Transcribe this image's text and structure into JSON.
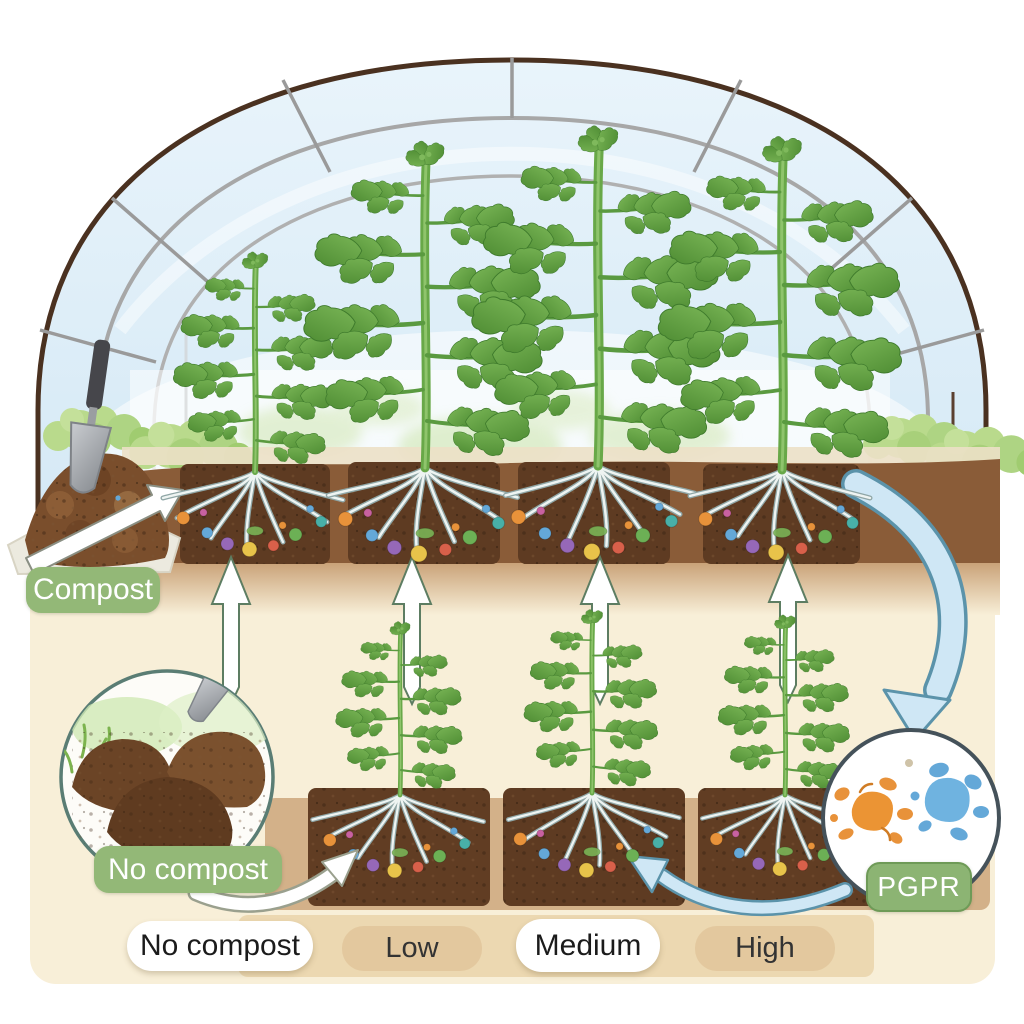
{
  "labels": {
    "compost": "Compost",
    "no_compost_circle": "No compost",
    "pgpr": "PGPR"
  },
  "treatments": [
    {
      "label": "No compost",
      "variant": "white"
    },
    {
      "label": "Low",
      "variant": "tan"
    },
    {
      "label": "Medium",
      "variant": "white"
    },
    {
      "label": "High",
      "variant": "tan"
    }
  ],
  "icons": {
    "shovel": "shovel-icon",
    "up_arrow": "up-arrow-icon",
    "compost_arrow": "white-curved-arrow-icon",
    "no_compost_arrow": "white-curved-arrow-icon",
    "pgpr_in_arrow": "blue-curved-arrow-icon",
    "pgpr_out_arrow": "blue-curved-arrow-icon",
    "microbe_orange": "orange-microbe-icon",
    "microbe_blue": "blue-microbe-icon"
  },
  "colors": {
    "label_green": "#93b877",
    "pill_tan": "#e0c59a",
    "soil_dark": "#5e3b22",
    "soil_mid": "#8a5c38",
    "glass_blue": "#ddeef8",
    "panel_cream": "#f8efd8",
    "arrow_blue_fill": "#cfe7f5",
    "arrow_blue_stroke": "#5b93aa",
    "microbe_orange": "#e8923a",
    "microbe_blue": "#64a8d8"
  }
}
